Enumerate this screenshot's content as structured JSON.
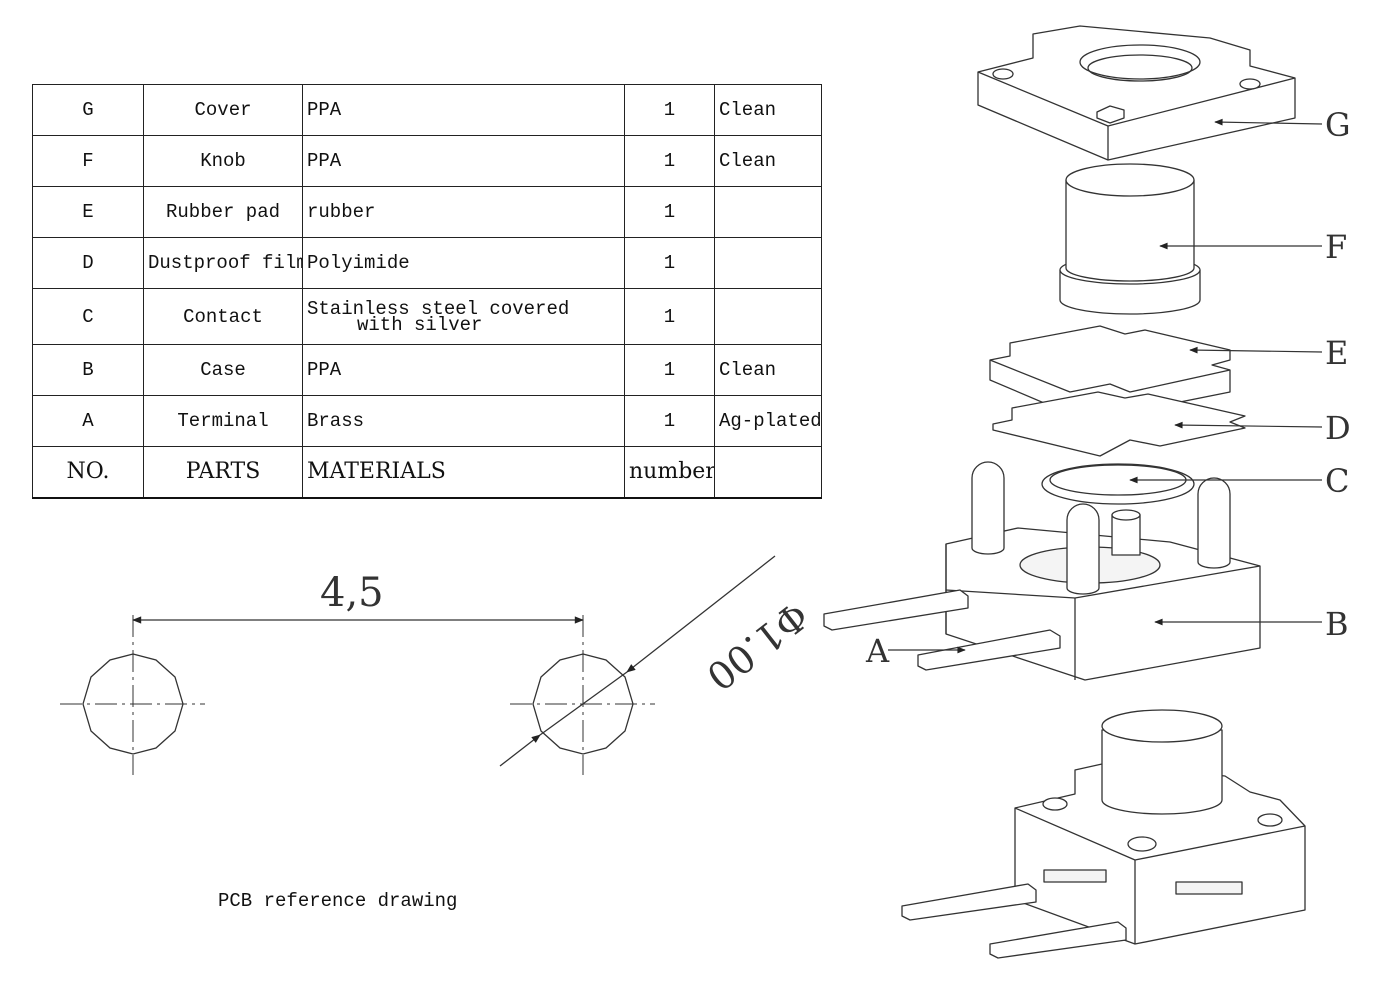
{
  "bom": {
    "rows": [
      {
        "no": "G",
        "part": "Cover",
        "material": "PPA",
        "material_line2": "",
        "number": "1",
        "remark": "Clean"
      },
      {
        "no": "F",
        "part": "Knob",
        "material": "PPA",
        "material_line2": "",
        "number": "1",
        "remark": "Clean"
      },
      {
        "no": "E",
        "part": "Rubber pad",
        "material": "rubber",
        "material_line2": "",
        "number": "1",
        "remark": ""
      },
      {
        "no": "D",
        "part": "Dustproof film",
        "material": "Polyimide",
        "material_line2": "",
        "number": "1",
        "remark": ""
      },
      {
        "no": "C",
        "part": "Contact",
        "material": "Stainless steel covered",
        "material_line2": "with silver",
        "number": "1",
        "remark": ""
      },
      {
        "no": "B",
        "part": "Case",
        "material": "PPA",
        "material_line2": "",
        "number": "1",
        "remark": "Clean"
      },
      {
        "no": "A",
        "part": "Terminal",
        "material": "Brass",
        "material_line2": "",
        "number": "1",
        "remark": "Ag-plated"
      }
    ],
    "header": {
      "no": "NO.",
      "parts": "PARTS",
      "materials": "MATERIALS",
      "number": "number",
      "remark": ""
    }
  },
  "pcb": {
    "spacing_dim": "4,5",
    "diameter_dim": "Φ1.00",
    "caption": "PCB reference drawing"
  },
  "exploded": {
    "labels": [
      "G",
      "F",
      "E",
      "D",
      "C",
      "B",
      "A"
    ]
  },
  "colors": {
    "line": "#333333",
    "ink": "#111111",
    "background": "#ffffff"
  }
}
